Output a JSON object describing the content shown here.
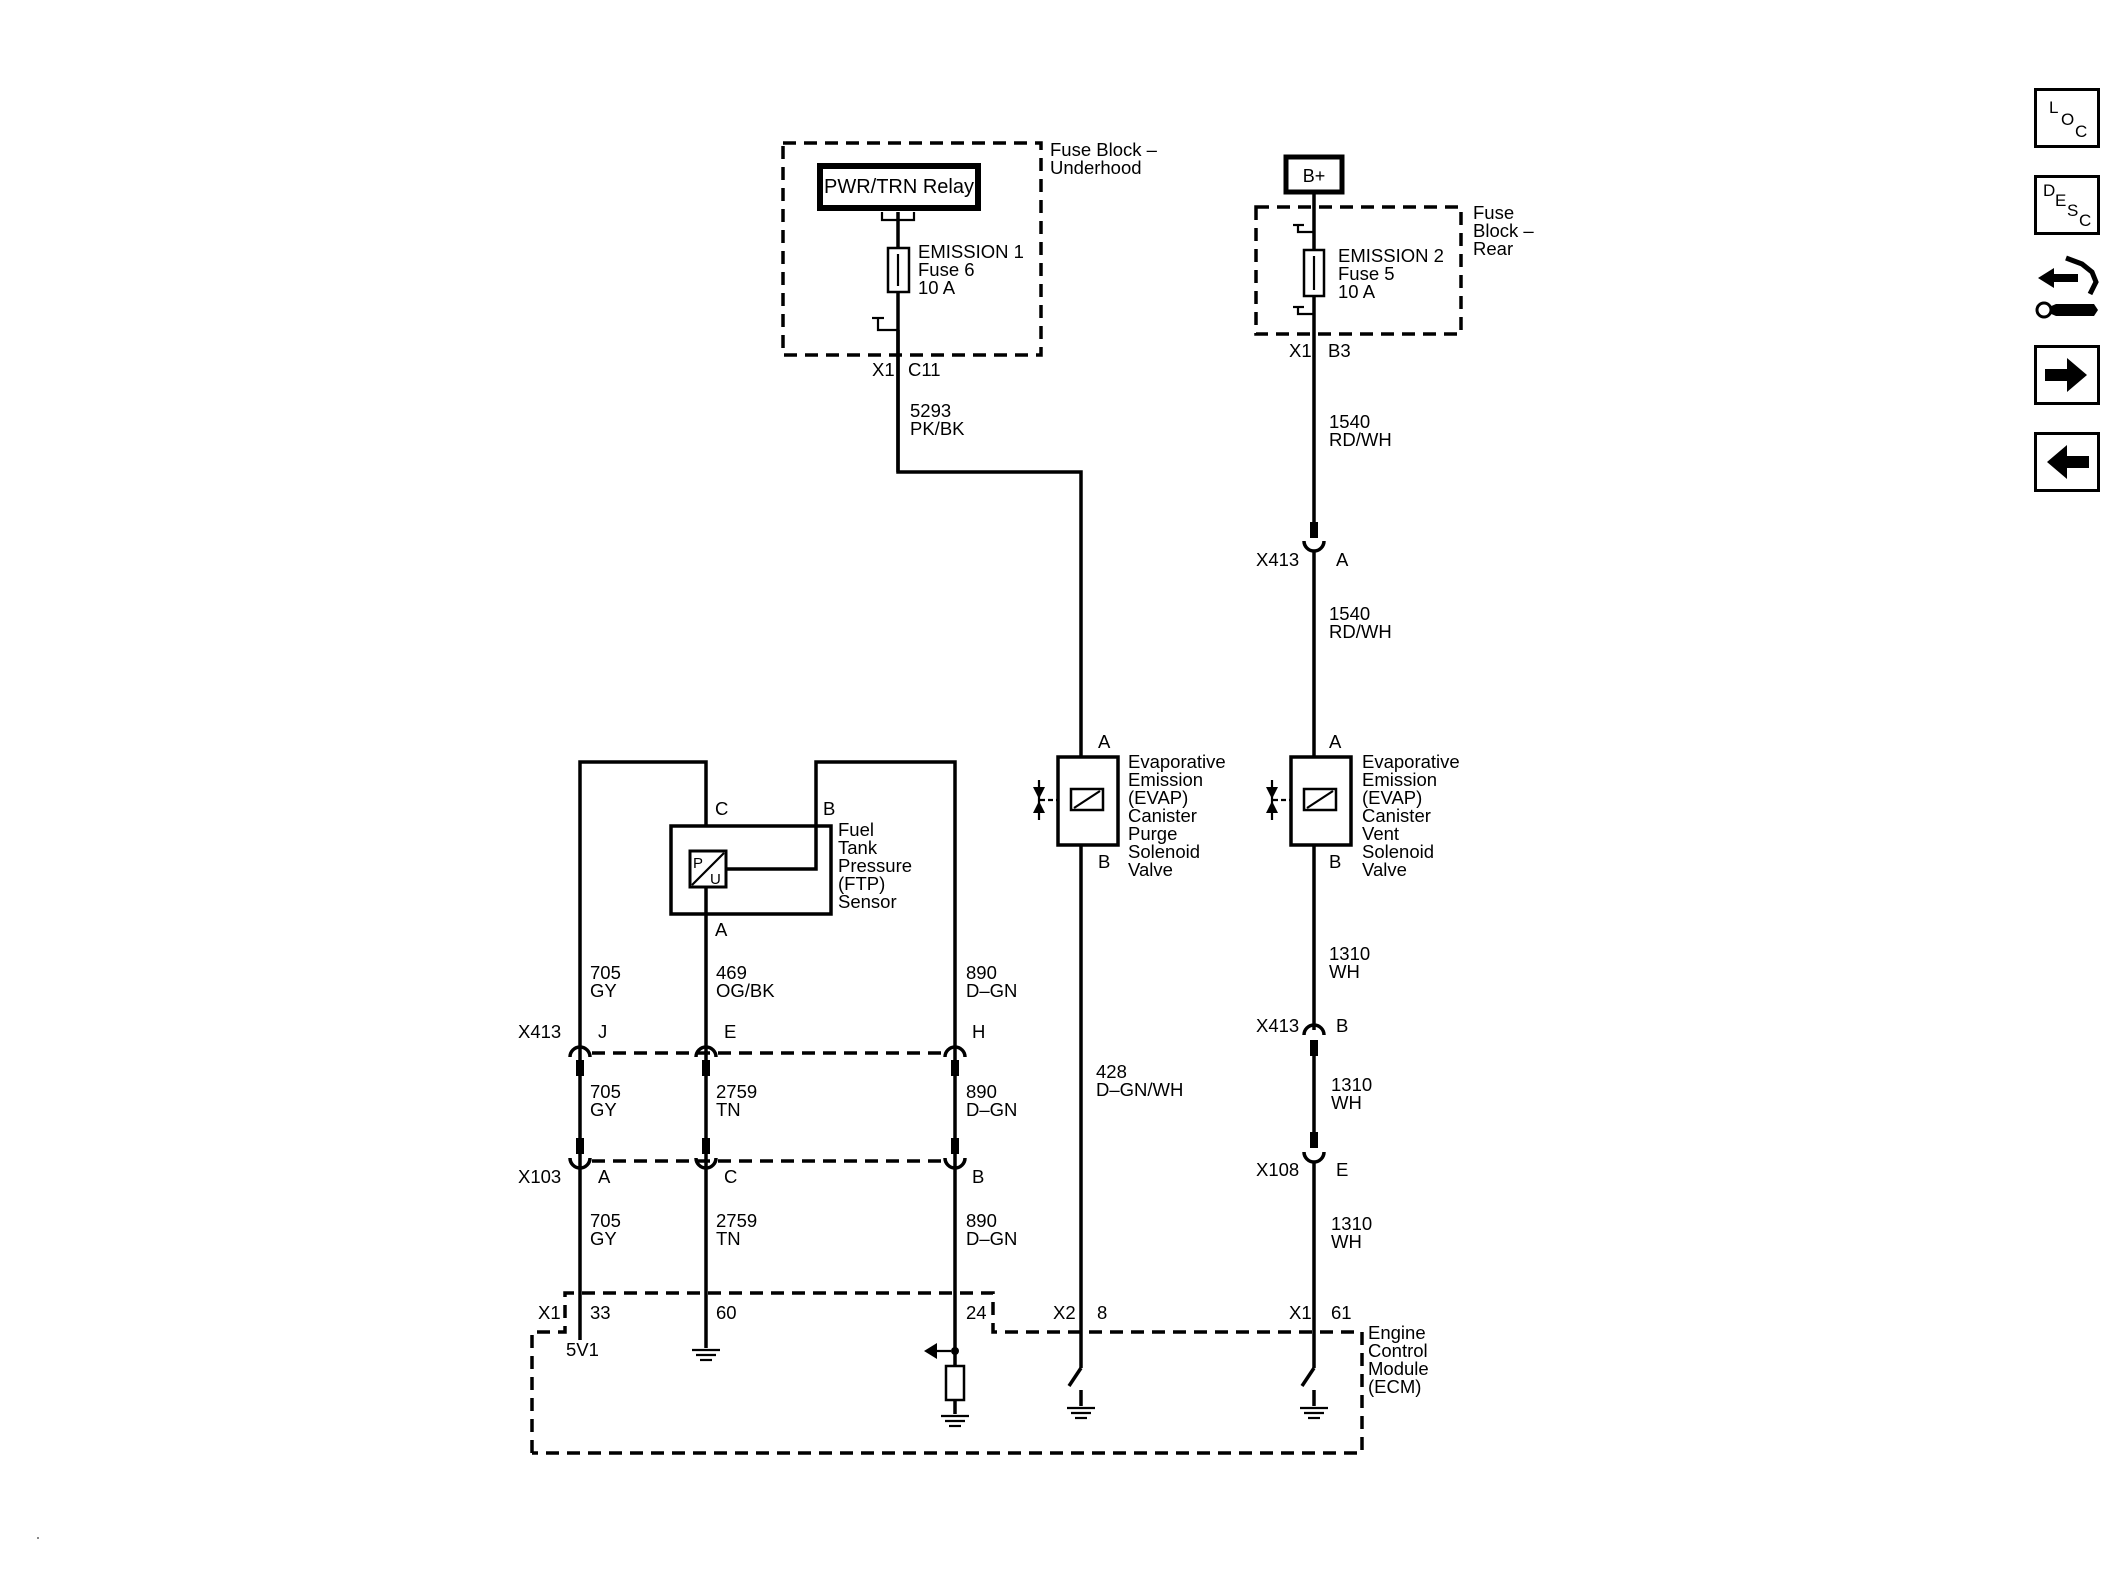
{
  "nav": {
    "loc": [
      "L",
      "O",
      "C"
    ],
    "desc": [
      "D",
      "E",
      "S",
      "C"
    ]
  },
  "fuse_block_underhood": {
    "label_1": "Fuse Block –",
    "label_2": "Underhood",
    "relay": "PWR/TRN Relay",
    "fuse": [
      "EMISSION 1",
      "Fuse 6",
      "10 A"
    ],
    "connector": "X1",
    "pin": "C11"
  },
  "fuse_block_rear": {
    "supply": "B+",
    "label": [
      "Fuse",
      "Block –",
      "Rear"
    ],
    "fuse": [
      "EMISSION 2",
      "Fuse 5",
      "10 A"
    ],
    "connector": "X1",
    "pin": "B3"
  },
  "wires": {
    "w5293": [
      "5293",
      "PK/BK"
    ],
    "w1540a": [
      "1540",
      "RD/WH"
    ],
    "w1540b": [
      "1540",
      "RD/WH"
    ],
    "w1310a": [
      "1310",
      "WH"
    ],
    "w1310b": [
      "1310",
      "WH"
    ],
    "w1310c": [
      "1310",
      "WH"
    ],
    "w428": [
      "428",
      "D–GN/WH"
    ],
    "w705a": [
      "705",
      "GY"
    ],
    "w705b": [
      "705",
      "GY"
    ],
    "w705c": [
      "705",
      "GY"
    ],
    "w469": [
      "469",
      "OG/BK"
    ],
    "w2759a": [
      "2759",
      "TN"
    ],
    "w2759b": [
      "2759",
      "TN"
    ],
    "w890a": [
      "890",
      "D–GN"
    ],
    "w890b": [
      "890",
      "D–GN"
    ],
    "w890c": [
      "890",
      "D–GN"
    ]
  },
  "connectors": {
    "x413_right_a": {
      "name": "X413",
      "pin": "A"
    },
    "x413_right_b": {
      "name": "X413",
      "pin": "B"
    },
    "x108": {
      "name": "X108",
      "pin": "E"
    },
    "x413_left": {
      "name": "X413",
      "pins": [
        "J",
        "E",
        "H"
      ]
    },
    "x103": {
      "name": "X103",
      "pins": [
        "A",
        "C",
        "B"
      ]
    }
  },
  "purge_valve": {
    "label": [
      "Evaporative",
      "Emission",
      "(EVAP)",
      "Canister",
      "Purge",
      "Solenoid",
      "Valve"
    ],
    "pin_a": "A",
    "pin_b": "B"
  },
  "vent_valve": {
    "label": [
      "Evaporative",
      "Emission",
      "(EVAP)",
      "Canister",
      "Vent",
      "Solenoid",
      "Valve"
    ],
    "pin_a": "A",
    "pin_b": "B"
  },
  "ftp_sensor": {
    "label": [
      "Fuel",
      "Tank",
      "Pressure",
      "(FTP)",
      "Sensor"
    ],
    "pin_c": "C",
    "pin_b": "B",
    "pin_a": "A",
    "symbol_p": "P",
    "symbol_u": "U"
  },
  "ecm": {
    "label": [
      "Engine",
      "Control",
      "Module",
      "(ECM)"
    ],
    "x1_left": "X1",
    "pins_left": [
      "33",
      "60",
      "24"
    ],
    "ref": "5V1",
    "x2": "X2",
    "pin_x2": "8",
    "x1_right": "X1",
    "pin_x1_right": "61"
  }
}
